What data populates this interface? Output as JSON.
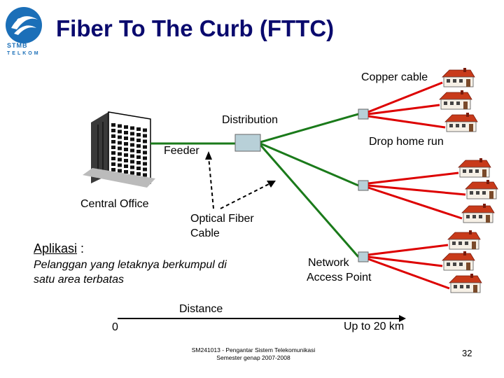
{
  "title": "Fiber To The Curb (FTTC)",
  "logo": {
    "text": "STMB",
    "subtext": "TELKOM"
  },
  "labels": {
    "copper_cable": "Copper cable",
    "distribution": "Distribution",
    "drop_home_run": "Drop home run",
    "feeder": "Feeder",
    "central_office": "Central Office",
    "optical_fiber_line1": "Optical Fiber",
    "optical_fiber_line2": "Cable",
    "network_line1": "Network",
    "network_line2": "Access Point",
    "distance": "Distance",
    "zero": "0",
    "up_to": "Up to 20 km"
  },
  "aplikasi": {
    "heading": "Aplikasi",
    "colon": " :",
    "line1": "Pelanggan yang letaknya berkumpul di",
    "line2": "satu area terbatas"
  },
  "footer": {
    "line1": "SM241013 - Pengantar Sistem Telekomunikasi",
    "line2": "Semester genap 2007-2008",
    "page": "32"
  },
  "colors": {
    "fiber": "#1a7a1a",
    "copper": "#dd0000",
    "title": "#0a0a6e",
    "logo": "#1b6fb8"
  }
}
